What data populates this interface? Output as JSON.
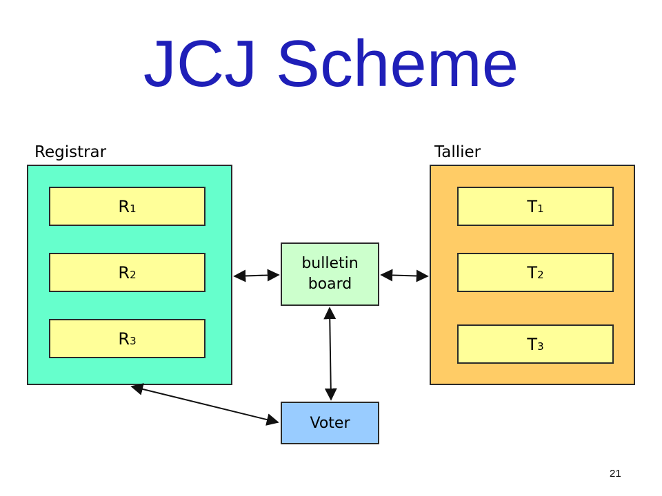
{
  "slide": {
    "title": "JCJ Scheme",
    "page_number": "21"
  },
  "registrar": {
    "label": "Registrar",
    "members": [
      {
        "letter": "R",
        "index": "1"
      },
      {
        "letter": "R",
        "index": "2"
      },
      {
        "letter": "R",
        "index": "3"
      }
    ]
  },
  "tallier": {
    "label": "Tallier",
    "members": [
      {
        "letter": "T",
        "index": "1"
      },
      {
        "letter": "T",
        "index": "2"
      },
      {
        "letter": "T",
        "index": "3"
      }
    ]
  },
  "bulletin_board": {
    "line1": "bulletin",
    "line2": "board"
  },
  "voter": {
    "label": "Voter"
  },
  "colors": {
    "title": "#1f1fb8",
    "registrar_fill": "#66ffcc",
    "tallier_fill": "#ffcc66",
    "member_fill": "#ffff99",
    "bulletin_fill": "#ccffcc",
    "voter_fill": "#99ccff"
  },
  "connections": [
    {
      "from": "registrar",
      "to": "bulletin-board",
      "arrows": "both"
    },
    {
      "from": "bulletin-board",
      "to": "tallier",
      "arrows": "both"
    },
    {
      "from": "bulletin-board",
      "to": "voter",
      "arrows": "both"
    },
    {
      "from": "voter",
      "to": "registrar",
      "arrows": "both"
    }
  ]
}
